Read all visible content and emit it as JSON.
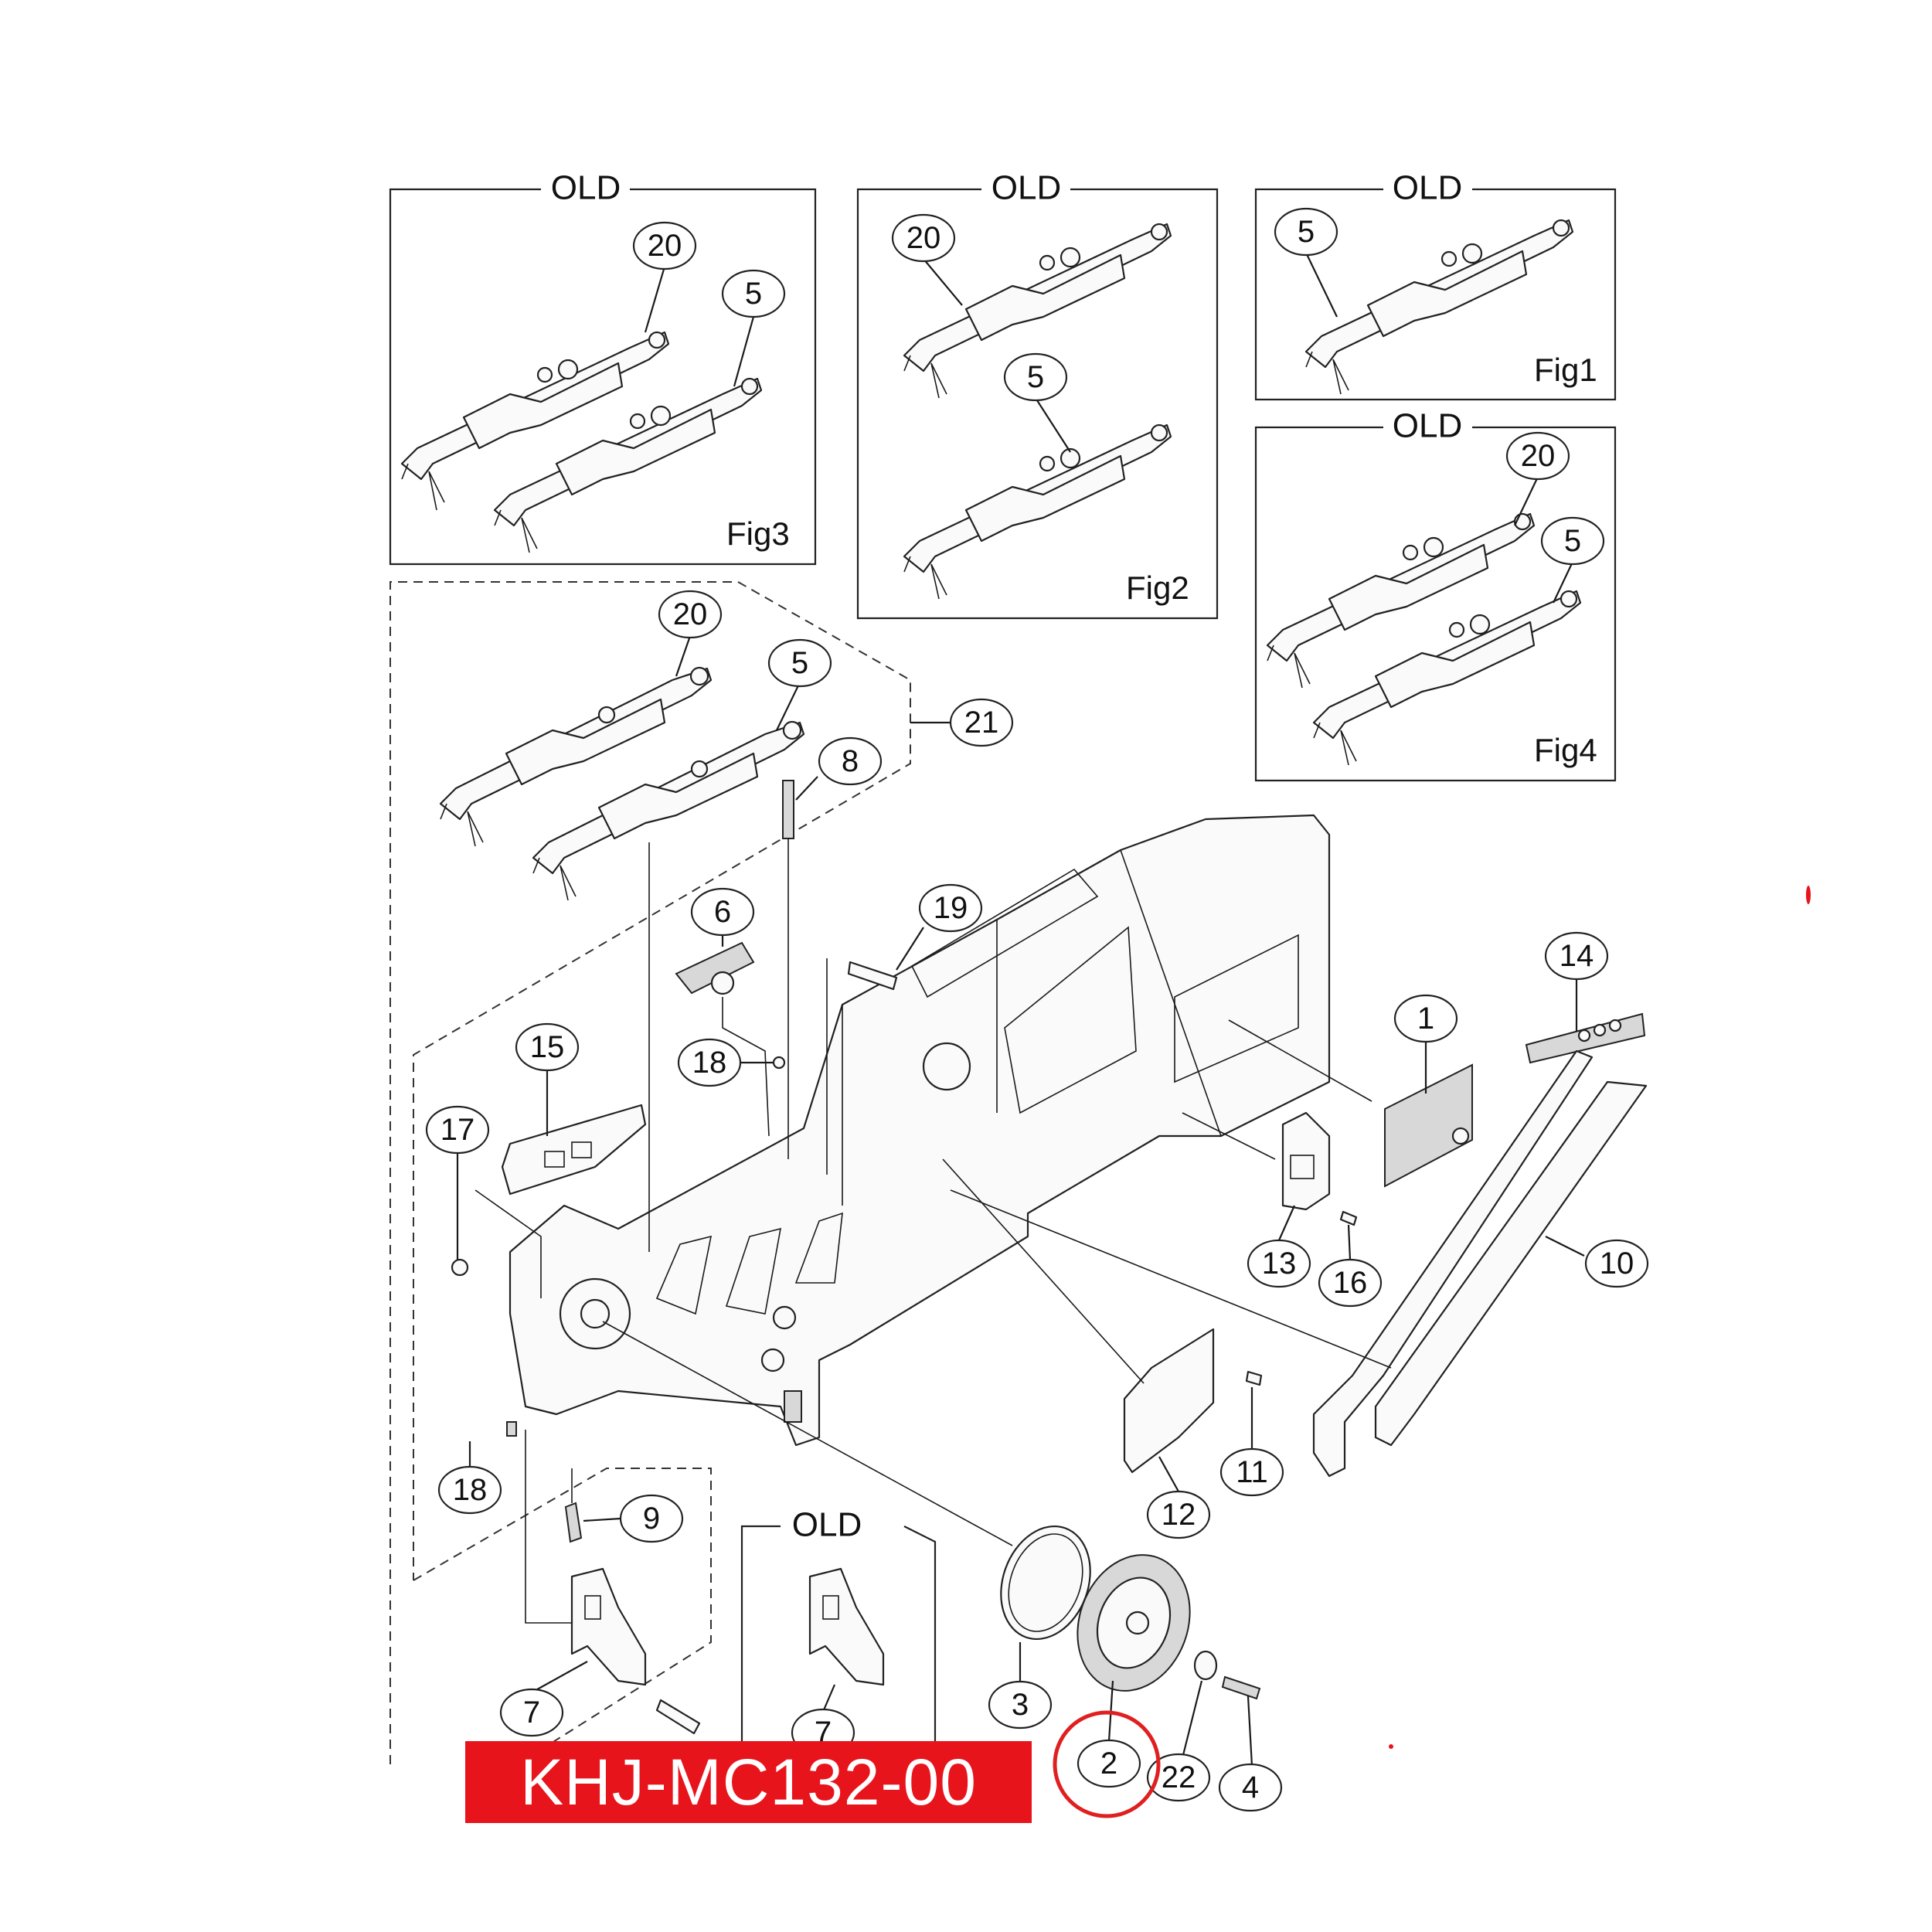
{
  "part_number": "KHJ-MC132-00",
  "highlight_color": "#e8141c",
  "frame_labels": {
    "old": "OLD"
  },
  "figures": {
    "fig1": "Fig1",
    "fig2": "Fig2",
    "fig3": "Fig3",
    "fig4": "Fig4"
  },
  "callouts": [
    "20",
    "5",
    "20",
    "5",
    "5",
    "20",
    "5",
    "20",
    "5",
    "21",
    "8",
    "6",
    "19",
    "18",
    "15",
    "17",
    "1",
    "14",
    "13",
    "16",
    "10",
    "18",
    "9",
    "11",
    "12",
    "3",
    "7",
    "7",
    "2",
    "22",
    "4"
  ],
  "highlighted_callout": "2"
}
